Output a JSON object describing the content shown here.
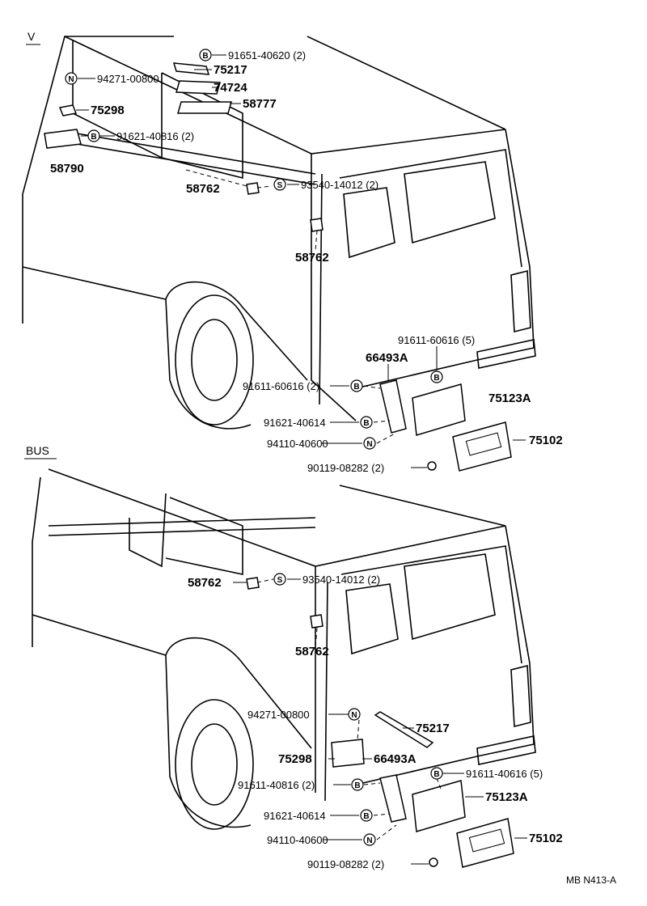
{
  "sections": {
    "van": "V",
    "bus": "BUS"
  },
  "symbols": {
    "b": "B",
    "n": "N",
    "s": "S"
  },
  "van": {
    "p1": "91651-40620 (2)",
    "p2": "75217",
    "p3": "94271-00800",
    "p4": "74724",
    "p5": "75298",
    "p6": "58777",
    "p7": "91621-40816 (2)",
    "p8": "58790",
    "p9": "58762",
    "p10": "93540-14012 (2)",
    "p11": "58762",
    "p12": "91611-60616 (5)",
    "p13": "66493A",
    "p14": "91611-60616 (2)",
    "p15": "75123A",
    "p16": "91621-40614",
    "p17": "94110-40600",
    "p18": "75102",
    "p19": "90119-08282 (2)"
  },
  "bus": {
    "p1": "58762",
    "p2": "93540-14012 (2)",
    "p3": "58762",
    "p4": "94271-00800",
    "p5": "75217",
    "p6": "75298",
    "p7": "66493A",
    "p8": "91611-40616 (5)",
    "p9": "91611-40816 (2)",
    "p10": "75123A",
    "p11": "91621-40614",
    "p12": "94110-40600",
    "p13": "75102",
    "p14": "90119-08282 (2)"
  },
  "reference": "MB N413-A"
}
